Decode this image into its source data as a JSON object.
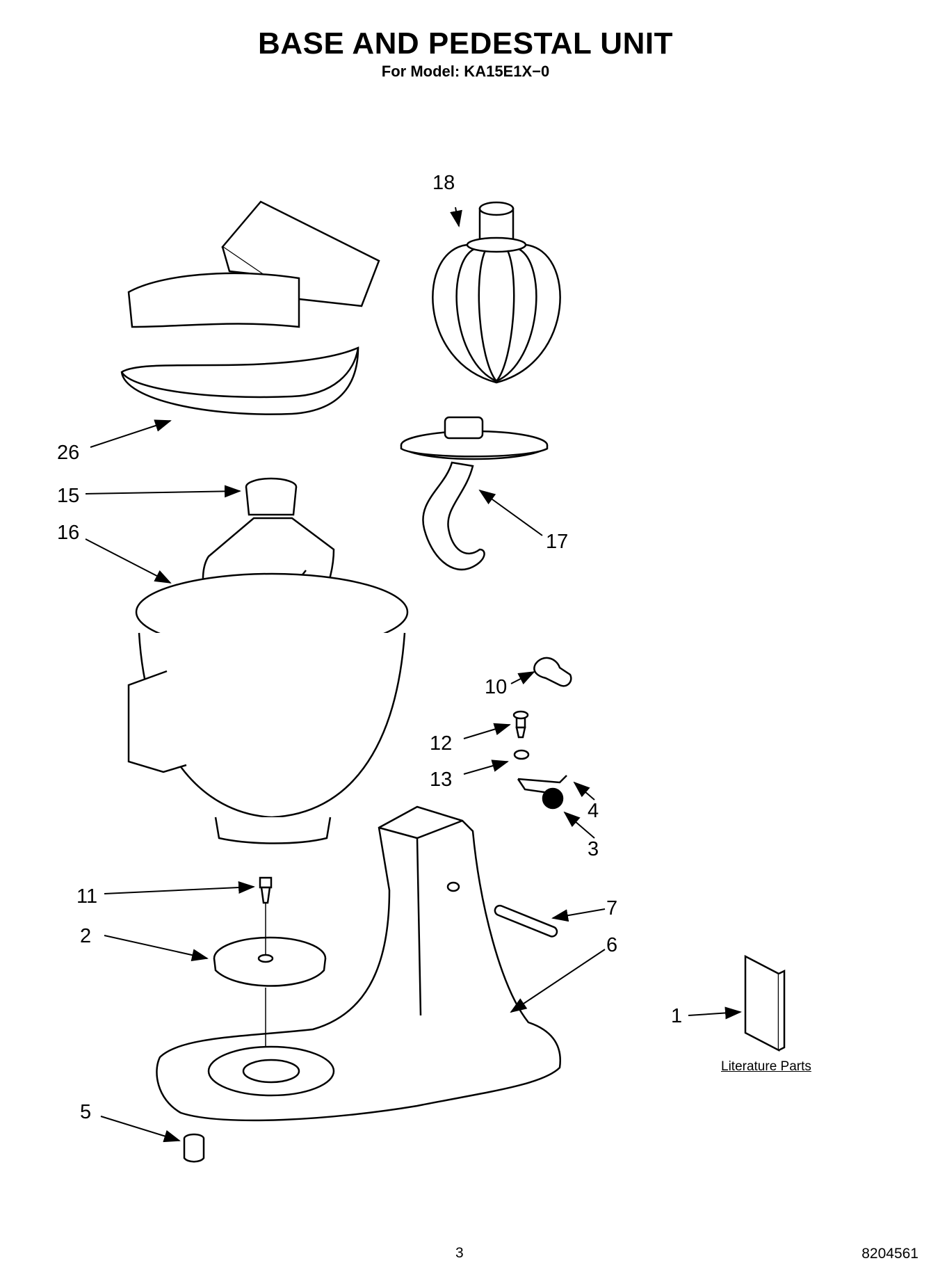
{
  "header": {
    "title": "BASE AND PEDESTAL UNIT",
    "subtitle": "For Model: KA15E1X−0"
  },
  "callouts": {
    "c1": "1",
    "c2": "2",
    "c3": "3",
    "c4": "4",
    "c5": "5",
    "c6": "6",
    "c7": "7",
    "c10": "10",
    "c11": "11",
    "c12": "12",
    "c13": "13",
    "c15": "15",
    "c16": "16",
    "c17": "17",
    "c18": "18",
    "c26": "26"
  },
  "literature_label": "Literature Parts",
  "footer": {
    "page_number": "3",
    "doc_number": "8204561"
  }
}
